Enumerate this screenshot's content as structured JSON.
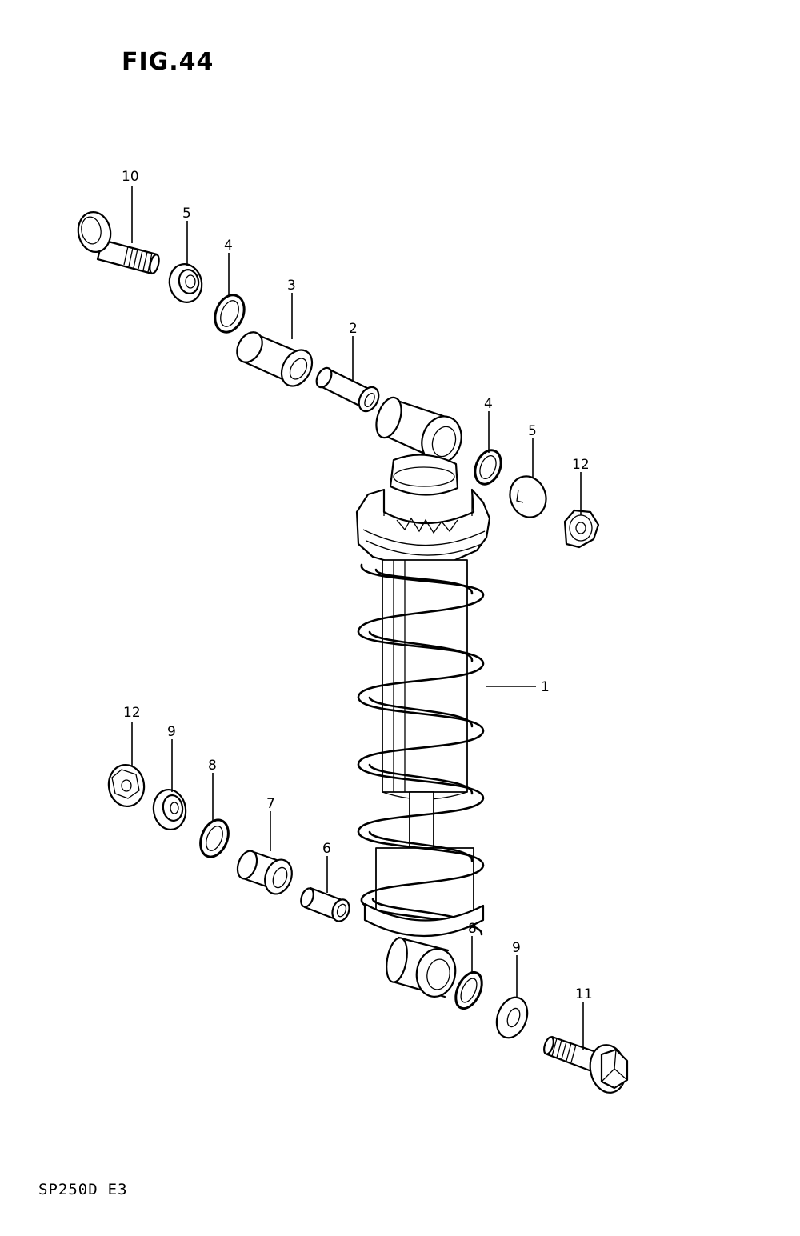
{
  "figure": {
    "title": "FIG.44"
  },
  "footer": {
    "model": "SP250D",
    "region": "E3"
  },
  "callouts": [
    {
      "id": "c10a",
      "label": "10"
    },
    {
      "id": "c5a",
      "label": "5"
    },
    {
      "id": "c4a",
      "label": "4"
    },
    {
      "id": "c3",
      "label": "3"
    },
    {
      "id": "c2",
      "label": "2"
    },
    {
      "id": "c4b",
      "label": "4"
    },
    {
      "id": "c5b",
      "label": "5"
    },
    {
      "id": "c12a",
      "label": "12"
    },
    {
      "id": "c1",
      "label": "1"
    },
    {
      "id": "c12b",
      "label": "12"
    },
    {
      "id": "c9a",
      "label": "9"
    },
    {
      "id": "c8a",
      "label": "8"
    },
    {
      "id": "c7",
      "label": "7"
    },
    {
      "id": "c6",
      "label": "6"
    },
    {
      "id": "c8b",
      "label": "8"
    },
    {
      "id": "c9b",
      "label": "9"
    },
    {
      "id": "c11",
      "label": "11"
    }
  ]
}
